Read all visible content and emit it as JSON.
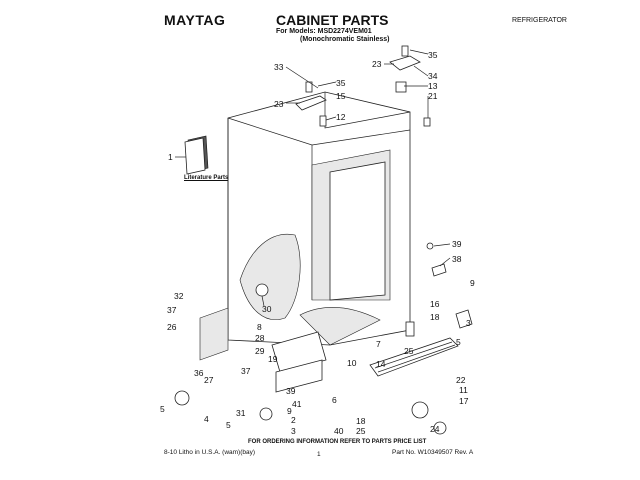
{
  "header": {
    "brand": "MAYTAG",
    "title": "CABINET PARTS",
    "section": "REFRIGERATOR",
    "models": "For Models: MSD2274VEM01",
    "variant": "(Monochromatic Stainless)"
  },
  "literature_label": "Literature Parts",
  "callouts": {
    "c1": "1",
    "c2": "2",
    "c3": "3",
    "c3b": "3",
    "c4": "4",
    "c5": "5",
    "c5b": "5",
    "c5c": "5",
    "c6": "6",
    "c7": "7",
    "c8": "8",
    "c9": "9",
    "c9b": "9",
    "c10": "10",
    "c11": "11",
    "c12": "12",
    "c13": "13",
    "c14": "14",
    "c15": "15",
    "c16": "16",
    "c17": "17",
    "c18": "18",
    "c18b": "18",
    "c19": "19",
    "c21": "21",
    "c22": "22",
    "c23": "23",
    "c23b": "23",
    "c24": "24",
    "c25": "25",
    "c25b": "25",
    "c26": "26",
    "c27": "27",
    "c28": "28",
    "c29": "29",
    "c30": "30",
    "c31": "31",
    "c32": "32",
    "c33": "33",
    "c34": "34",
    "c35": "35",
    "c35b": "35",
    "c36": "36",
    "c37": "37",
    "c37b": "37",
    "c38": "38",
    "c39": "39",
    "c39b": "39",
    "c40": "40",
    "c41": "41"
  },
  "footer": {
    "ordering_note": "FOR ORDERING INFORMATION REFER TO PARTS PRICE LIST",
    "litho": "8-10 Litho in U.S.A. (wam)(bay)",
    "page": "1",
    "part_no": "Part No. W10349507 Rev. A"
  }
}
